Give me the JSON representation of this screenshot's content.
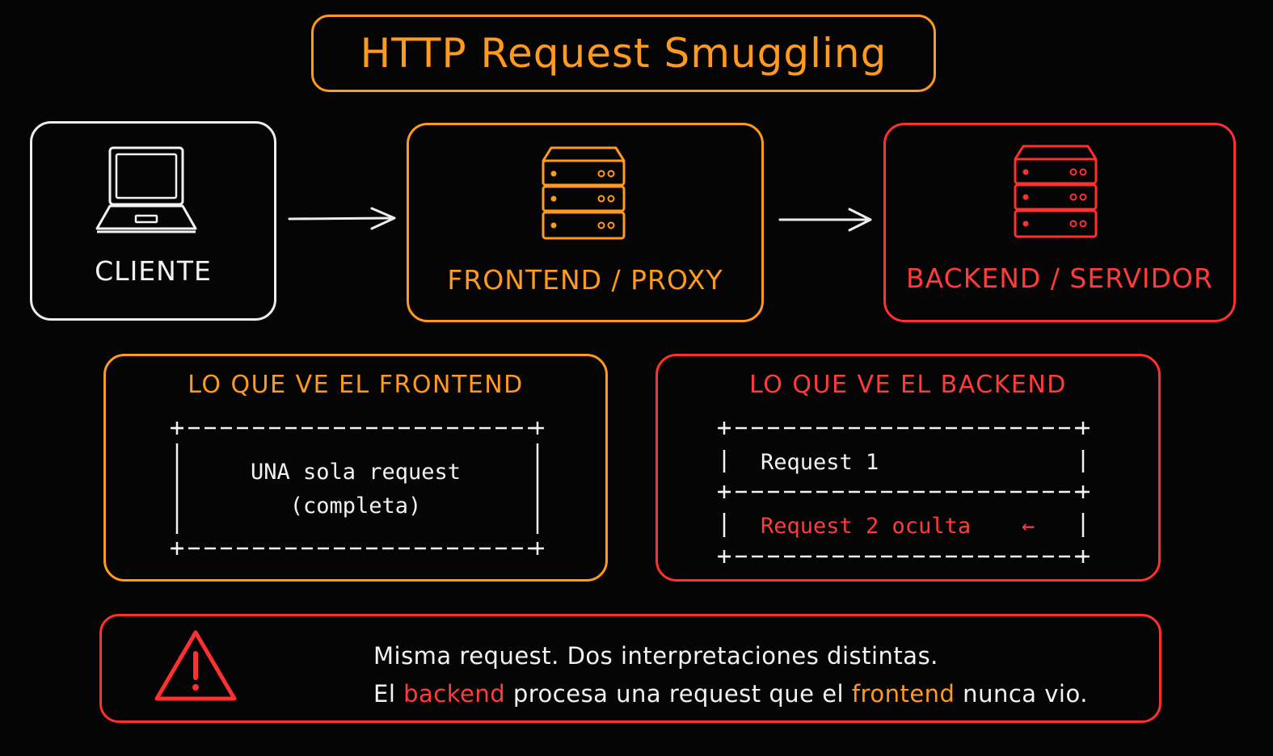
{
  "title": "HTTP Request Smuggling",
  "nodes": {
    "client": {
      "label": "CLIENTE",
      "icon": "laptop-icon"
    },
    "frontend": {
      "label": "FRONTEND / PROXY",
      "icon": "server-icon"
    },
    "backend": {
      "label": "BACKEND / SERVIDOR",
      "icon": "server-icon"
    }
  },
  "frontend_view": {
    "title": "LO QUE VE EL FRONTEND",
    "line1": "UNA sola request",
    "line2": "(completa)"
  },
  "backend_view": {
    "title": "LO QUE VE EL BACKEND",
    "request1": "Request 1",
    "request2": "Request 2 oculta",
    "arrow": "←"
  },
  "warning": {
    "icon": "warning-triangle-icon",
    "line1": "Misma request. Dos interpretaciones distintas.",
    "line2_part1": "El ",
    "line2_backend": "backend",
    "line2_part2": " procesa una request que el ",
    "line2_frontend": "frontend",
    "line2_part3": " nunca vio."
  },
  "colors": {
    "white": "#ececec",
    "orange": "#ff9a1f",
    "red": "#ff3030",
    "background": "#050505"
  }
}
